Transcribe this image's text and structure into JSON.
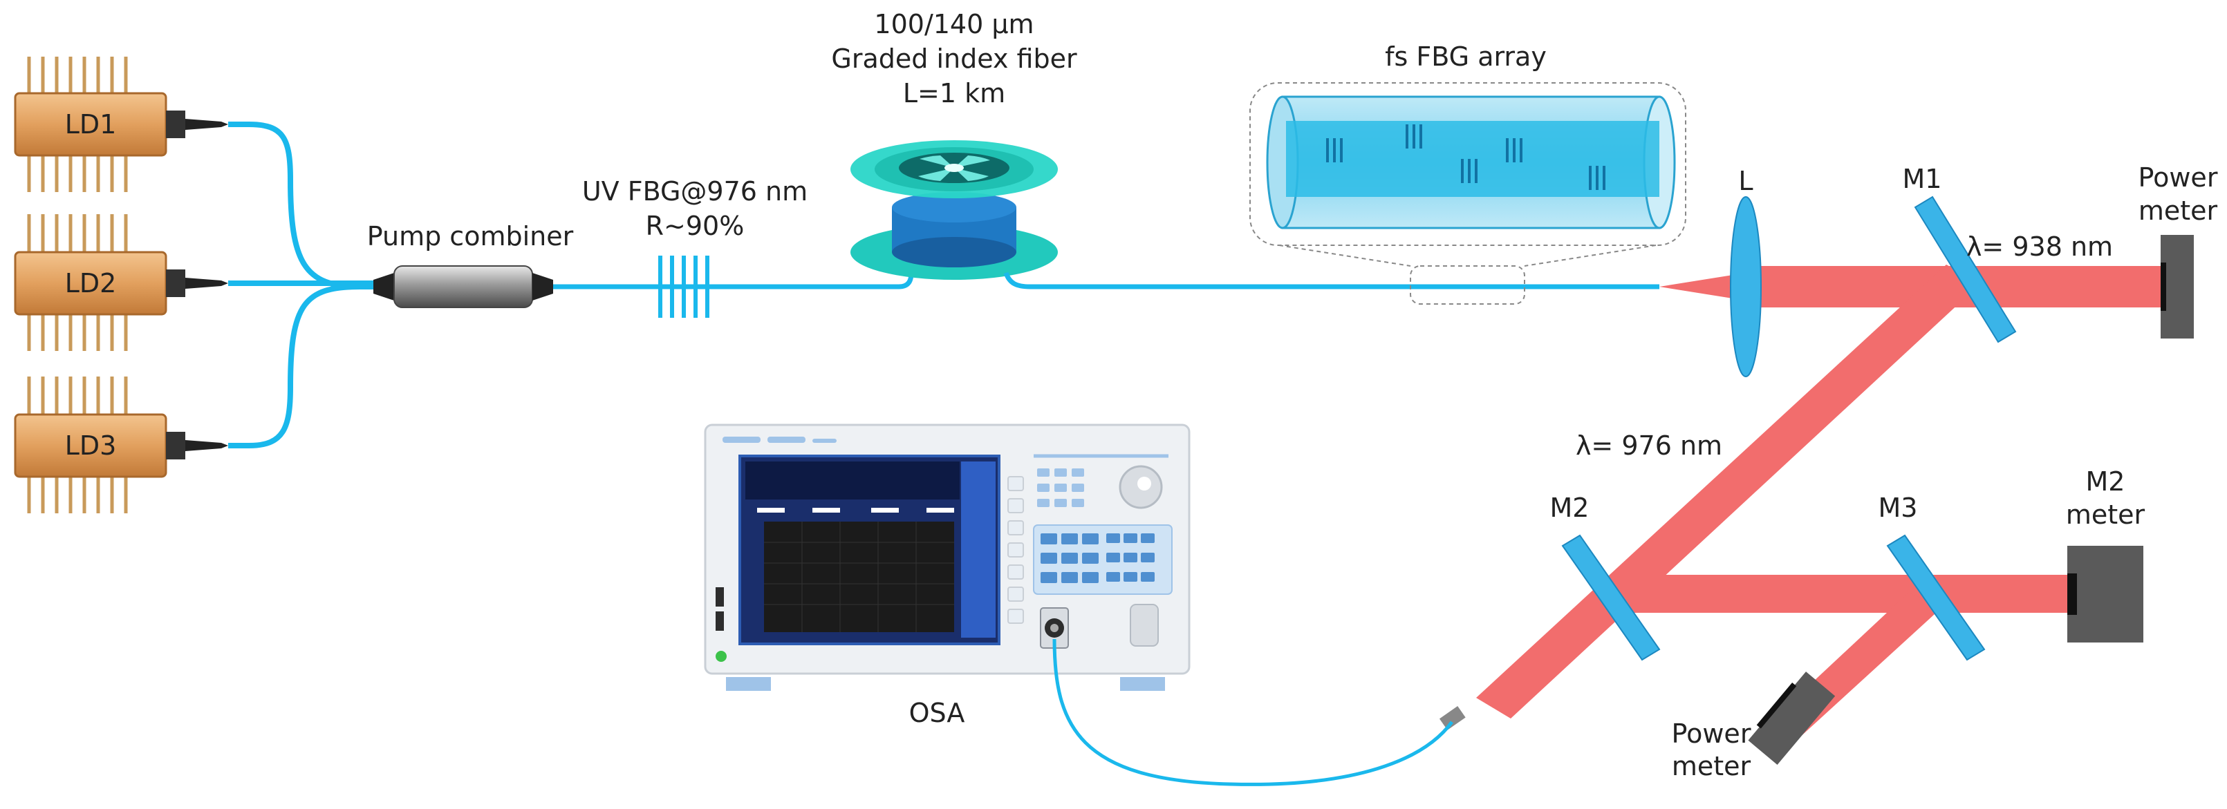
{
  "colors": {
    "fiber": "#1ab8ec",
    "beam": "#f26d6d",
    "ld_body": "#e2a05e",
    "mirror": "#3ab4e8",
    "meter": "#5a5a5a",
    "spool": "#2ad6c8"
  },
  "diode_lasers": [
    {
      "label": "LD1"
    },
    {
      "label": "LD2"
    },
    {
      "label": "LD3"
    }
  ],
  "pump_combiner": {
    "label": "Pump combiner"
  },
  "uv_fbg": {
    "label_line1": "UV FBG@976 nm",
    "label_line2": "R~90%"
  },
  "fiber_spool": {
    "label_line1": "100/140 µm",
    "label_line2": "Graded index fiber",
    "label_line3": "L=1 km"
  },
  "fs_fbg_array": {
    "label": "fs FBG array"
  },
  "lens": {
    "label": "L"
  },
  "mirrors": {
    "m1": "M1",
    "m2": "M2",
    "m3": "M3"
  },
  "wavelengths": {
    "signal": "λ= 938 nm",
    "pump": "λ= 976 nm"
  },
  "power_meter_1": {
    "line1": "Power",
    "line2": "meter"
  },
  "power_meter_2": {
    "line1": "Power",
    "line2": "meter"
  },
  "m2_meter": {
    "line1": "M2",
    "line2": "meter"
  },
  "osa": {
    "label": "OSA"
  }
}
